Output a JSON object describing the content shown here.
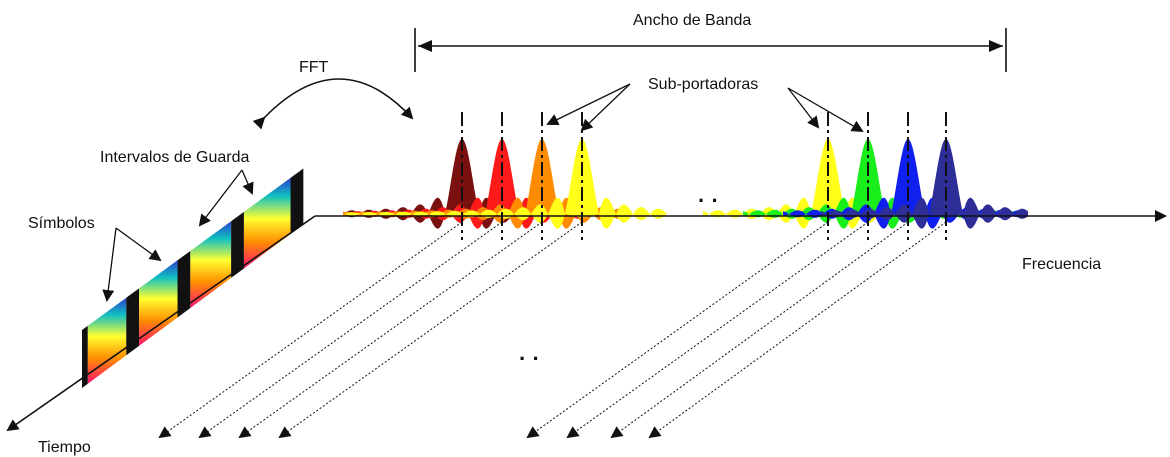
{
  "labels": {
    "bandwidth": "Ancho de Banda",
    "fft": "FFT",
    "subcarriers": "Sub-portadoras",
    "guard_intervals": "Intervalos de Guarda",
    "symbols": "Símbolos",
    "frequency": "Frecuencia",
    "time": "Tiempo",
    "ellipsis_top": "· ·",
    "ellipsis_bottom": "· ·"
  },
  "subcarrier_groups": [
    {
      "group": "left",
      "colors": [
        "#7a1010",
        "#ff1a1a",
        "#ff8c00",
        "#ffff1a"
      ]
    },
    {
      "group": "right",
      "colors": [
        "#ffff1a",
        "#1aee1a",
        "#1020ee",
        "#2e2e98"
      ]
    }
  ],
  "colors": {
    "axis": "#111111",
    "guard_interval": "#111111",
    "arrow": "#111111"
  }
}
